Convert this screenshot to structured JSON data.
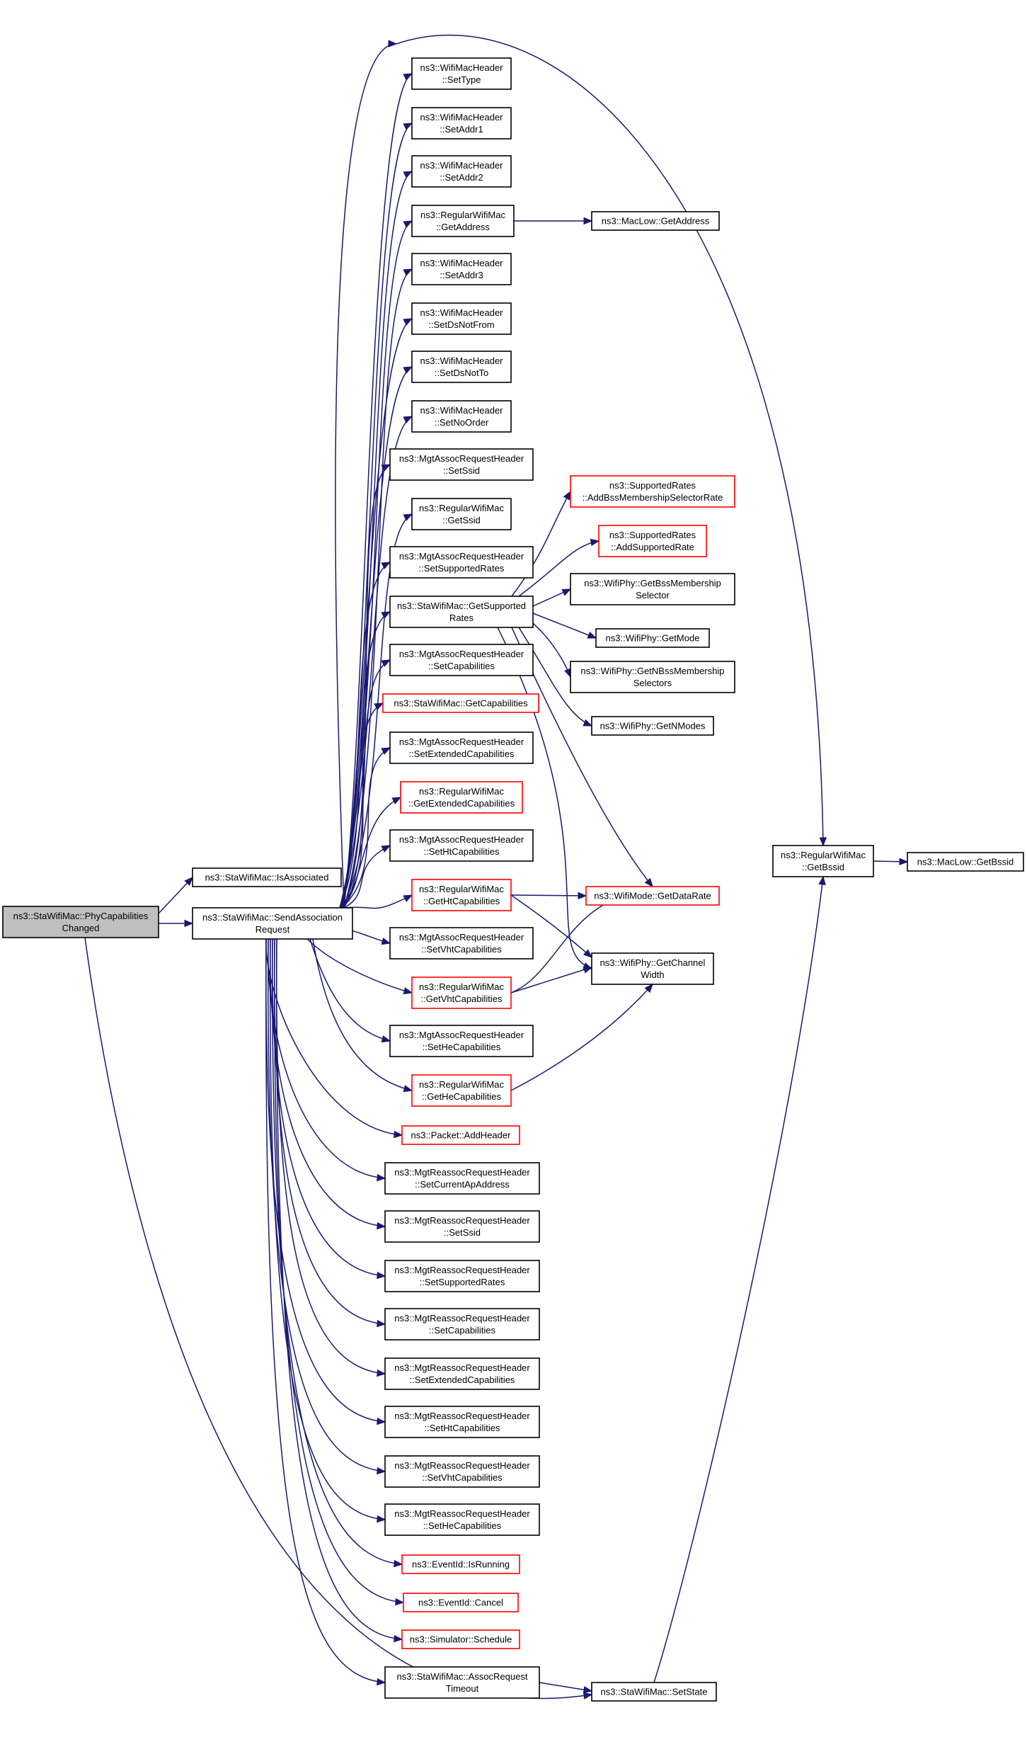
{
  "diagram": {
    "nodes": [
      {
        "id": "root",
        "lines": [
          "ns3::StaWifiMac::PhyCapabilities",
          "Changed"
        ],
        "style": "root"
      },
      {
        "id": "isAssociated",
        "lines": [
          "ns3::StaWifiMac::IsAssociated"
        ],
        "style": "normal"
      },
      {
        "id": "sendAssoc",
        "lines": [
          "ns3::StaWifiMac::SendAssociation",
          "Request"
        ],
        "style": "normal"
      },
      {
        "id": "setType",
        "lines": [
          "ns3::WifiMacHeader",
          "::SetType"
        ],
        "style": "normal"
      },
      {
        "id": "setAddr1",
        "lines": [
          "ns3::WifiMacHeader",
          "::SetAddr1"
        ],
        "style": "normal"
      },
      {
        "id": "setAddr2",
        "lines": [
          "ns3::WifiMacHeader",
          "::SetAddr2"
        ],
        "style": "normal"
      },
      {
        "id": "getAddress",
        "lines": [
          "ns3::RegularWifiMac",
          "::GetAddress"
        ],
        "style": "normal"
      },
      {
        "id": "setAddr3",
        "lines": [
          "ns3::WifiMacHeader",
          "::SetAddr3"
        ],
        "style": "normal"
      },
      {
        "id": "setDsNotFrom",
        "lines": [
          "ns3::WifiMacHeader",
          "::SetDsNotFrom"
        ],
        "style": "normal"
      },
      {
        "id": "setDsNotTo",
        "lines": [
          "ns3::WifiMacHeader",
          "::SetDsNotTo"
        ],
        "style": "normal"
      },
      {
        "id": "setNoOrder",
        "lines": [
          "ns3::WifiMacHeader",
          "::SetNoOrder"
        ],
        "style": "normal"
      },
      {
        "id": "marSetSsid",
        "lines": [
          "ns3::MgtAssocRequestHeader",
          "::SetSsid"
        ],
        "style": "normal"
      },
      {
        "id": "rwmGetSsid",
        "lines": [
          "ns3::RegularWifiMac",
          "::GetSsid"
        ],
        "style": "normal"
      },
      {
        "id": "marSetSupportedRates",
        "lines": [
          "ns3::MgtAssocRequestHeader",
          "::SetSupportedRates"
        ],
        "style": "normal"
      },
      {
        "id": "getSupportedRates",
        "lines": [
          "ns3::StaWifiMac::GetSupported",
          "Rates"
        ],
        "style": "normal"
      },
      {
        "id": "marSetCapabilities",
        "lines": [
          "ns3::MgtAssocRequestHeader",
          "::SetCapabilities"
        ],
        "style": "normal"
      },
      {
        "id": "getCapabilities",
        "lines": [
          "ns3::StaWifiMac::GetCapabilities"
        ],
        "style": "red"
      },
      {
        "id": "marSetExtCap",
        "lines": [
          "ns3::MgtAssocRequestHeader",
          "::SetExtendedCapabilities"
        ],
        "style": "normal"
      },
      {
        "id": "rwmGetExtCap",
        "lines": [
          "ns3::RegularWifiMac",
          "::GetExtendedCapabilities"
        ],
        "style": "red"
      },
      {
        "id": "marSetHtCap",
        "lines": [
          "ns3::MgtAssocRequestHeader",
          "::SetHtCapabilities"
        ],
        "style": "normal"
      },
      {
        "id": "rwmGetHtCap",
        "lines": [
          "ns3::RegularWifiMac",
          "::GetHtCapabilities"
        ],
        "style": "red"
      },
      {
        "id": "marSetVhtCap",
        "lines": [
          "ns3::MgtAssocRequestHeader",
          "::SetVhtCapabilities"
        ],
        "style": "normal"
      },
      {
        "id": "rwmGetVhtCap",
        "lines": [
          "ns3::RegularWifiMac",
          "::GetVhtCapabilities"
        ],
        "style": "red"
      },
      {
        "id": "marSetHeCap",
        "lines": [
          "ns3::MgtAssocRequestHeader",
          "::SetHeCapabilities"
        ],
        "style": "normal"
      },
      {
        "id": "rwmGetHeCap",
        "lines": [
          "ns3::RegularWifiMac",
          "::GetHeCapabilities"
        ],
        "style": "red"
      },
      {
        "id": "addHeader",
        "lines": [
          "ns3::Packet::AddHeader"
        ],
        "style": "red"
      },
      {
        "id": "mrrSetCurrentAp",
        "lines": [
          "ns3::MgtReassocRequestHeader",
          "::SetCurrentApAddress"
        ],
        "style": "normal"
      },
      {
        "id": "mrrSetSsid",
        "lines": [
          "ns3::MgtReassocRequestHeader",
          "::SetSsid"
        ],
        "style": "normal"
      },
      {
        "id": "mrrSetSupportedRates",
        "lines": [
          "ns3::MgtReassocRequestHeader",
          "::SetSupportedRates"
        ],
        "style": "normal"
      },
      {
        "id": "mrrSetCapabilities",
        "lines": [
          "ns3::MgtReassocRequestHeader",
          "::SetCapabilities"
        ],
        "style": "normal"
      },
      {
        "id": "mrrSetExtCap",
        "lines": [
          "ns3::MgtReassocRequestHeader",
          "::SetExtendedCapabilities"
        ],
        "style": "normal"
      },
      {
        "id": "mrrSetHtCap",
        "lines": [
          "ns3::MgtReassocRequestHeader",
          "::SetHtCapabilities"
        ],
        "style": "normal"
      },
      {
        "id": "mrrSetVhtCap",
        "lines": [
          "ns3::MgtReassocRequestHeader",
          "::SetVhtCapabilities"
        ],
        "style": "normal"
      },
      {
        "id": "mrrSetHeCap",
        "lines": [
          "ns3::MgtReassocRequestHeader",
          "::SetHeCapabilities"
        ],
        "style": "normal"
      },
      {
        "id": "isRunning",
        "lines": [
          "ns3::EventId::IsRunning"
        ],
        "style": "red"
      },
      {
        "id": "cancel",
        "lines": [
          "ns3::EventId::Cancel"
        ],
        "style": "red"
      },
      {
        "id": "schedule",
        "lines": [
          "ns3::Simulator::Schedule"
        ],
        "style": "red"
      },
      {
        "id": "assocTimeout",
        "lines": [
          "ns3::StaWifiMac::AssocRequest",
          "Timeout"
        ],
        "style": "normal"
      },
      {
        "id": "macLowGetAddress",
        "lines": [
          "ns3::MacLow::GetAddress"
        ],
        "style": "normal"
      },
      {
        "id": "addBssMembership",
        "lines": [
          "ns3::SupportedRates",
          "::AddBssMembershipSelectorRate"
        ],
        "style": "red"
      },
      {
        "id": "addSupportedRate",
        "lines": [
          "ns3::SupportedRates",
          "::AddSupportedRate"
        ],
        "style": "red"
      },
      {
        "id": "getBssMembership",
        "lines": [
          "ns3::WifiPhy::GetBssMembership",
          "Selector"
        ],
        "style": "normal"
      },
      {
        "id": "getMode",
        "lines": [
          "ns3::WifiPhy::GetMode"
        ],
        "style": "normal"
      },
      {
        "id": "getNBssMembership",
        "lines": [
          "ns3::WifiPhy::GetNBssMembership",
          "Selectors"
        ],
        "style": "normal"
      },
      {
        "id": "getNModes",
        "lines": [
          "ns3::WifiPhy::GetNModes"
        ],
        "style": "normal"
      },
      {
        "id": "getDataRate",
        "lines": [
          "ns3::WifiMode::GetDataRate"
        ],
        "style": "red"
      },
      {
        "id": "getChannelWidth",
        "lines": [
          "ns3::WifiPhy::GetChannel",
          "Width"
        ],
        "style": "normal"
      },
      {
        "id": "rwmGetBssid",
        "lines": [
          "ns3::RegularWifiMac",
          "::GetBssid"
        ],
        "style": "normal"
      },
      {
        "id": "macLowGetBssid",
        "lines": [
          "ns3::MacLow::GetBssid"
        ],
        "style": "normal"
      },
      {
        "id": "setState",
        "lines": [
          "ns3::StaWifiMac::SetState"
        ],
        "style": "normal"
      }
    ]
  }
}
